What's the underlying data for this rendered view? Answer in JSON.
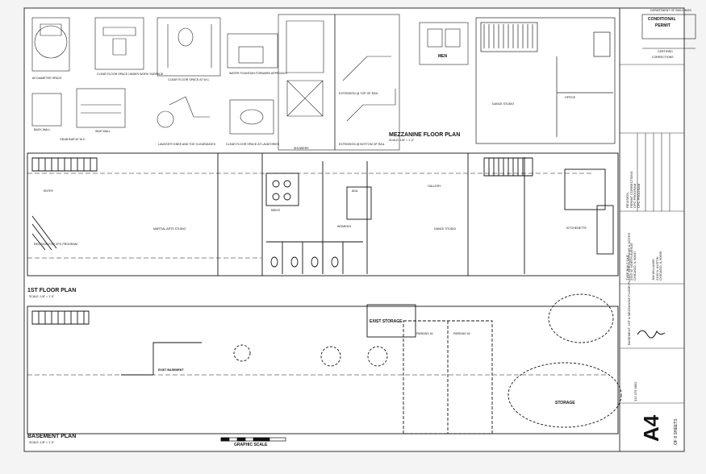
{
  "details": {
    "d60": "60 DIAMETER SPACE",
    "clear_under": "CLEAR FLOOR SPACE UNDER WORK SURFACE",
    "clear_wc": "CLEAR FLOOR SPACE AT W.C.",
    "fountain": "WATER FOUNTAIN FORWARD APPROACH",
    "backwall": "BACK WALL",
    "sidewall": "SIDE WALL",
    "grab": "GRAB BAR AT W.C.",
    "lav_clear": "LAVATORY KNEE AND TOE CLEARANCES",
    "lav_clear2": "CLEAR FLOOR SPACE AT LAVATORIES",
    "showers": "SHOWERS",
    "ext_top": "EXTENSION @ TOP OF RAIL",
    "ext_bottom": "EXTENSION @ BOTTOM OF RAIL",
    "sign": "MEN"
  },
  "mezzanine": {
    "title": "MEZZANINE FLOOR PLAN",
    "scale": "SCALE: 1/8\" = 1'-0\"",
    "dance": "DANCE STUDIO",
    "office": "OFFICE"
  },
  "first_floor": {
    "title": "1ST FLOOR PLAN",
    "scale": "SCALE: 1/8\" = 1'-0\"",
    "entry": "ENTRY",
    "martial": "MARTIAL ARTS STUDIO",
    "dance": "DANCE STUDIO",
    "kitchenette": "KITCHENETTE",
    "gallery": "GALLERY",
    "womens": "WOMEN'S",
    "mens": "MEN'S",
    "ada": "ADA",
    "revision": "REVISION FOR CPC PROGRAM"
  },
  "basement": {
    "title": "BASEMENT PLAN",
    "scale": "SCALE: 1/8\" = 1'-0\"",
    "exist_storage": "EXIST STORAGE",
    "exist_basement": "EXIST BASEMENT",
    "storage": "STORAGE",
    "parking1": "PARKING #1",
    "parking2": "PARKING #2"
  },
  "graphic_scale": "GRAPHIC SCALE",
  "stamp": {
    "dept": "DEPARTMENT OF BUILDINGS",
    "line1": "CONDITIONAL",
    "line2": "PERMIT",
    "certified": "CERTIFIED",
    "corrections": "CORRECTIONS"
  },
  "title_block": {
    "sheet_no": "A4",
    "of_sheets": "OF 8 SHEETS",
    "sheet_title": "BASEMENT, 1ST & MEZZANINE FLOOR PLANS, ADA DIAGRAMS & NOTES",
    "project": "TYPE BUILT OUT",
    "address": "2315 W. NORTH AVENUE",
    "city": "CHICAGO, IL 60647",
    "architect": "JIM WILLIAMS",
    "architect_office": "2100 N. AUSTIN",
    "architect_city": "CHICAGO, IL 60639",
    "revisions": [
      "REVISION",
      "PERMIT CORRECTIONS",
      "CPC PROGRAM",
      "CPC PROGRAM"
    ],
    "phone": "312 375 5802"
  }
}
